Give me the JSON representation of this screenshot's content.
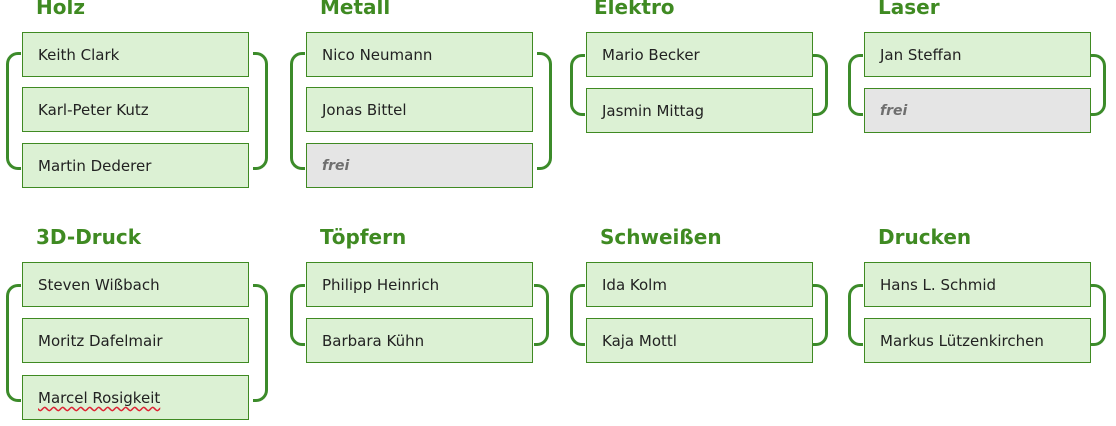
{
  "groups": [
    {
      "title": "Holz",
      "members": [
        "Keith Clark",
        "Karl-Peter Kutz",
        "Martin Dederer"
      ]
    },
    {
      "title": "Metall",
      "members": [
        "Nico Neumann",
        "Jonas Bittel",
        "frei"
      ]
    },
    {
      "title": "Elektro",
      "members": [
        "Mario Becker",
        "Jasmin Mittag"
      ]
    },
    {
      "title": "Laser",
      "members": [
        "Jan Steffan",
        "frei"
      ]
    },
    {
      "title": "3D-Druck",
      "members": [
        "Steven Wißbach",
        "Moritz Dafelmair",
        "Marcel Rosigkeit"
      ]
    },
    {
      "title": "Töpfern",
      "members": [
        "Philipp Heinrich",
        "Barbara Kühn"
      ]
    },
    {
      "title": "Schweißen",
      "members": [
        "Ida Kolm",
        "Kaja Mottl"
      ]
    },
    {
      "title": "Drucken",
      "members": [
        "Hans L. Schmid",
        "Markus Lützenkirchen"
      ]
    }
  ]
}
